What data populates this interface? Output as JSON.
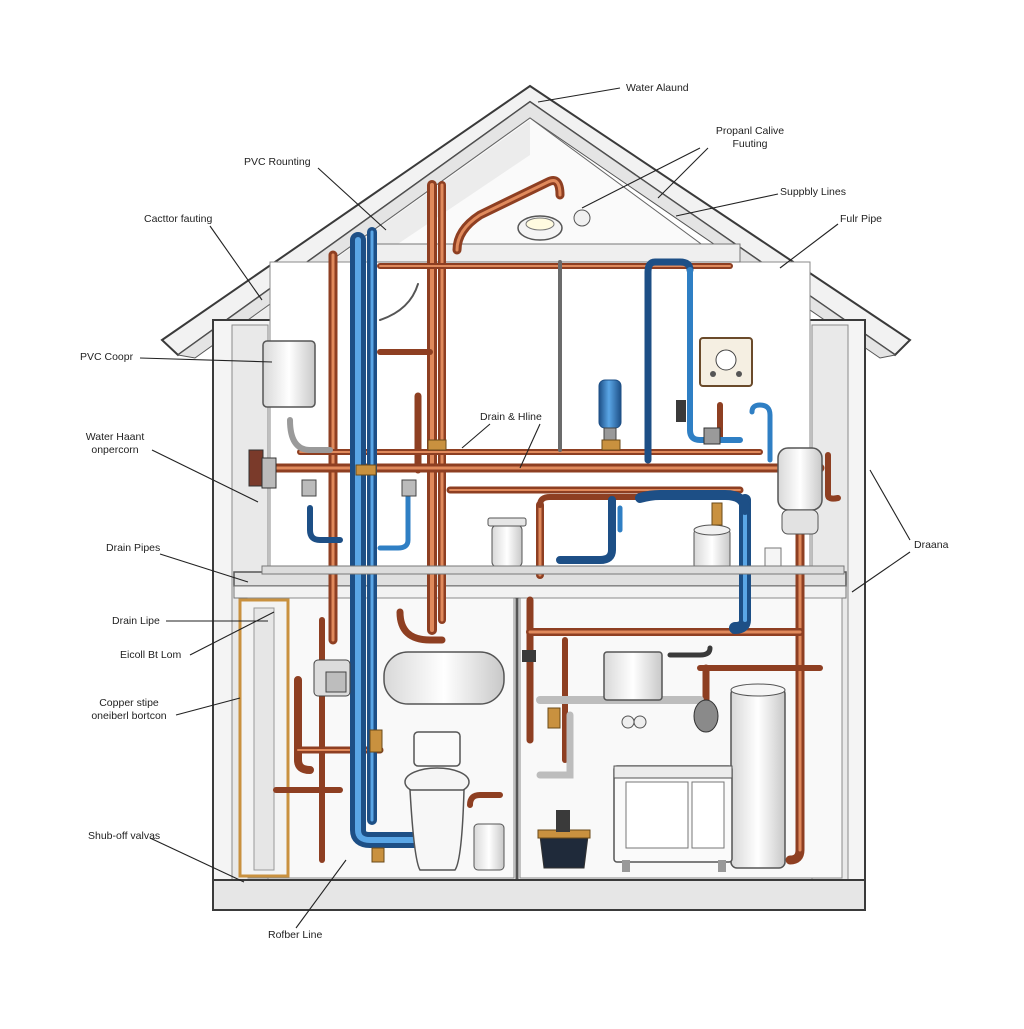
{
  "labels": {
    "water_around": "Water Alaund",
    "propane_valve_line1": "Propanl Calive",
    "propane_valve_line2": "Fuuting",
    "pvc_rounting": "PVC Rounting",
    "supply_lines": "Suppbly Lines",
    "cattor_fauting": "Cacttor fauting",
    "fuir_pipe": "Fulr Pipe",
    "pvc_coopr": "PVC Coopr",
    "drain_hline": "Drain & Hline",
    "water_heater_line1": "Water Haant",
    "water_heater_line2": "onpercorn",
    "drain_pipes": "Drain Pipes",
    "drama": "Draana",
    "drain_lipe": "Drain Lipe",
    "eicoll_bt_lom": "Eicoll Bt Lom",
    "copper_pipe_line1": "Copper stipe",
    "copper_pipe_line2": "oneiberl bortcon",
    "shutoff_valves": "Shub-off valvas",
    "rofber_line": "Rofber Line"
  },
  "colors": {
    "copper": "#c0603a",
    "copper_dark": "#8e3f22",
    "pvc_blue": "#2f7fc4",
    "pvc_blue_dark": "#1d4f86",
    "grey_pipe": "#6b6b6b",
    "wall": "#f7f7f7",
    "outline": "#3a3a3a",
    "wood": "#c9913f"
  }
}
